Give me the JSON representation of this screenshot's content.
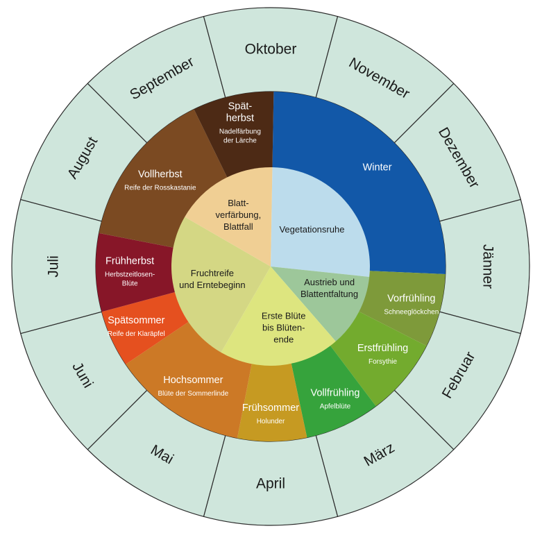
{
  "colors": {
    "month_ring": "#cfe6dc",
    "ring_stroke": "#2b2b2b"
  },
  "months": [
    {
      "label": "Dezember"
    },
    {
      "label": "Jänner"
    },
    {
      "label": "Februar"
    },
    {
      "label": "März"
    },
    {
      "label": "April"
    },
    {
      "label": "Mai"
    },
    {
      "label": "Juni"
    },
    {
      "label": "Juli"
    },
    {
      "label": "August"
    },
    {
      "label": "September"
    },
    {
      "label": "Oktober"
    },
    {
      "label": "November"
    }
  ],
  "seasons": [
    {
      "key": "winter",
      "title_lines": [
        "Winter"
      ],
      "subtitle_lines": [],
      "color": "#1258a8"
    },
    {
      "key": "vorfruehling",
      "title_lines": [
        "Vorfrühling"
      ],
      "subtitle_lines": [
        "Schneeglöckchen"
      ],
      "color": "#7e9a3a"
    },
    {
      "key": "erstfruehling",
      "title_lines": [
        "Erstfrühling"
      ],
      "subtitle_lines": [
        "Forsythie"
      ],
      "color": "#73ab2e"
    },
    {
      "key": "vollfruehling",
      "title_lines": [
        "Vollfrühling"
      ],
      "subtitle_lines": [
        "Apfelblüte"
      ],
      "color": "#36a33c"
    },
    {
      "key": "fruehsommer",
      "title_lines": [
        "Frühsommer"
      ],
      "subtitle_lines": [
        "Holunder"
      ],
      "color": "#c69a22"
    },
    {
      "key": "hochsommer",
      "title_lines": [
        "Hochsommer"
      ],
      "subtitle_lines": [
        "Blüte der Sommerlinde"
      ],
      "color": "#cc7926"
    },
    {
      "key": "spaetsommer",
      "title_lines": [
        "Spätsommer"
      ],
      "subtitle_lines": [
        "Reife der Klaräpfel"
      ],
      "color": "#e5501f"
    },
    {
      "key": "fruehherbst",
      "title_lines": [
        "Frühherbst"
      ],
      "subtitle_lines": [
        "Herbstzeitlosen-",
        "Blüte"
      ],
      "color": "#871628"
    },
    {
      "key": "vollherbst",
      "title_lines": [
        "Vollherbst"
      ],
      "subtitle_lines": [
        "Reife der Rosskastanie"
      ],
      "color": "#7b4a22"
    },
    {
      "key": "spaetherbst",
      "title_lines": [
        "Spät-",
        "herbst"
      ],
      "subtitle_lines": [
        "Nadelfärbung",
        "der Lärche"
      ],
      "color": "#4d2a15"
    }
  ],
  "phases": [
    {
      "key": "vegetationsruhe",
      "lines": [
        "Vegetationsruhe"
      ],
      "color": "#bcdcec"
    },
    {
      "key": "austrieb",
      "lines": [
        "Austrieb und",
        "Blattentfaltung"
      ],
      "color": "#9dc79a"
    },
    {
      "key": "erste-bluete",
      "lines": [
        "Erste Blüte",
        "bis Blüten-",
        "ende"
      ],
      "color": "#dde57f"
    },
    {
      "key": "fruchtreife",
      "lines": [
        "Fruchtreife",
        "und Erntebeginn"
      ],
      "color": "#d4d784"
    },
    {
      "key": "blattverfaerbung",
      "lines": [
        "Blatt-",
        "verfärbung,",
        "Blattfall"
      ],
      "color": "#f0cf94"
    }
  ]
}
